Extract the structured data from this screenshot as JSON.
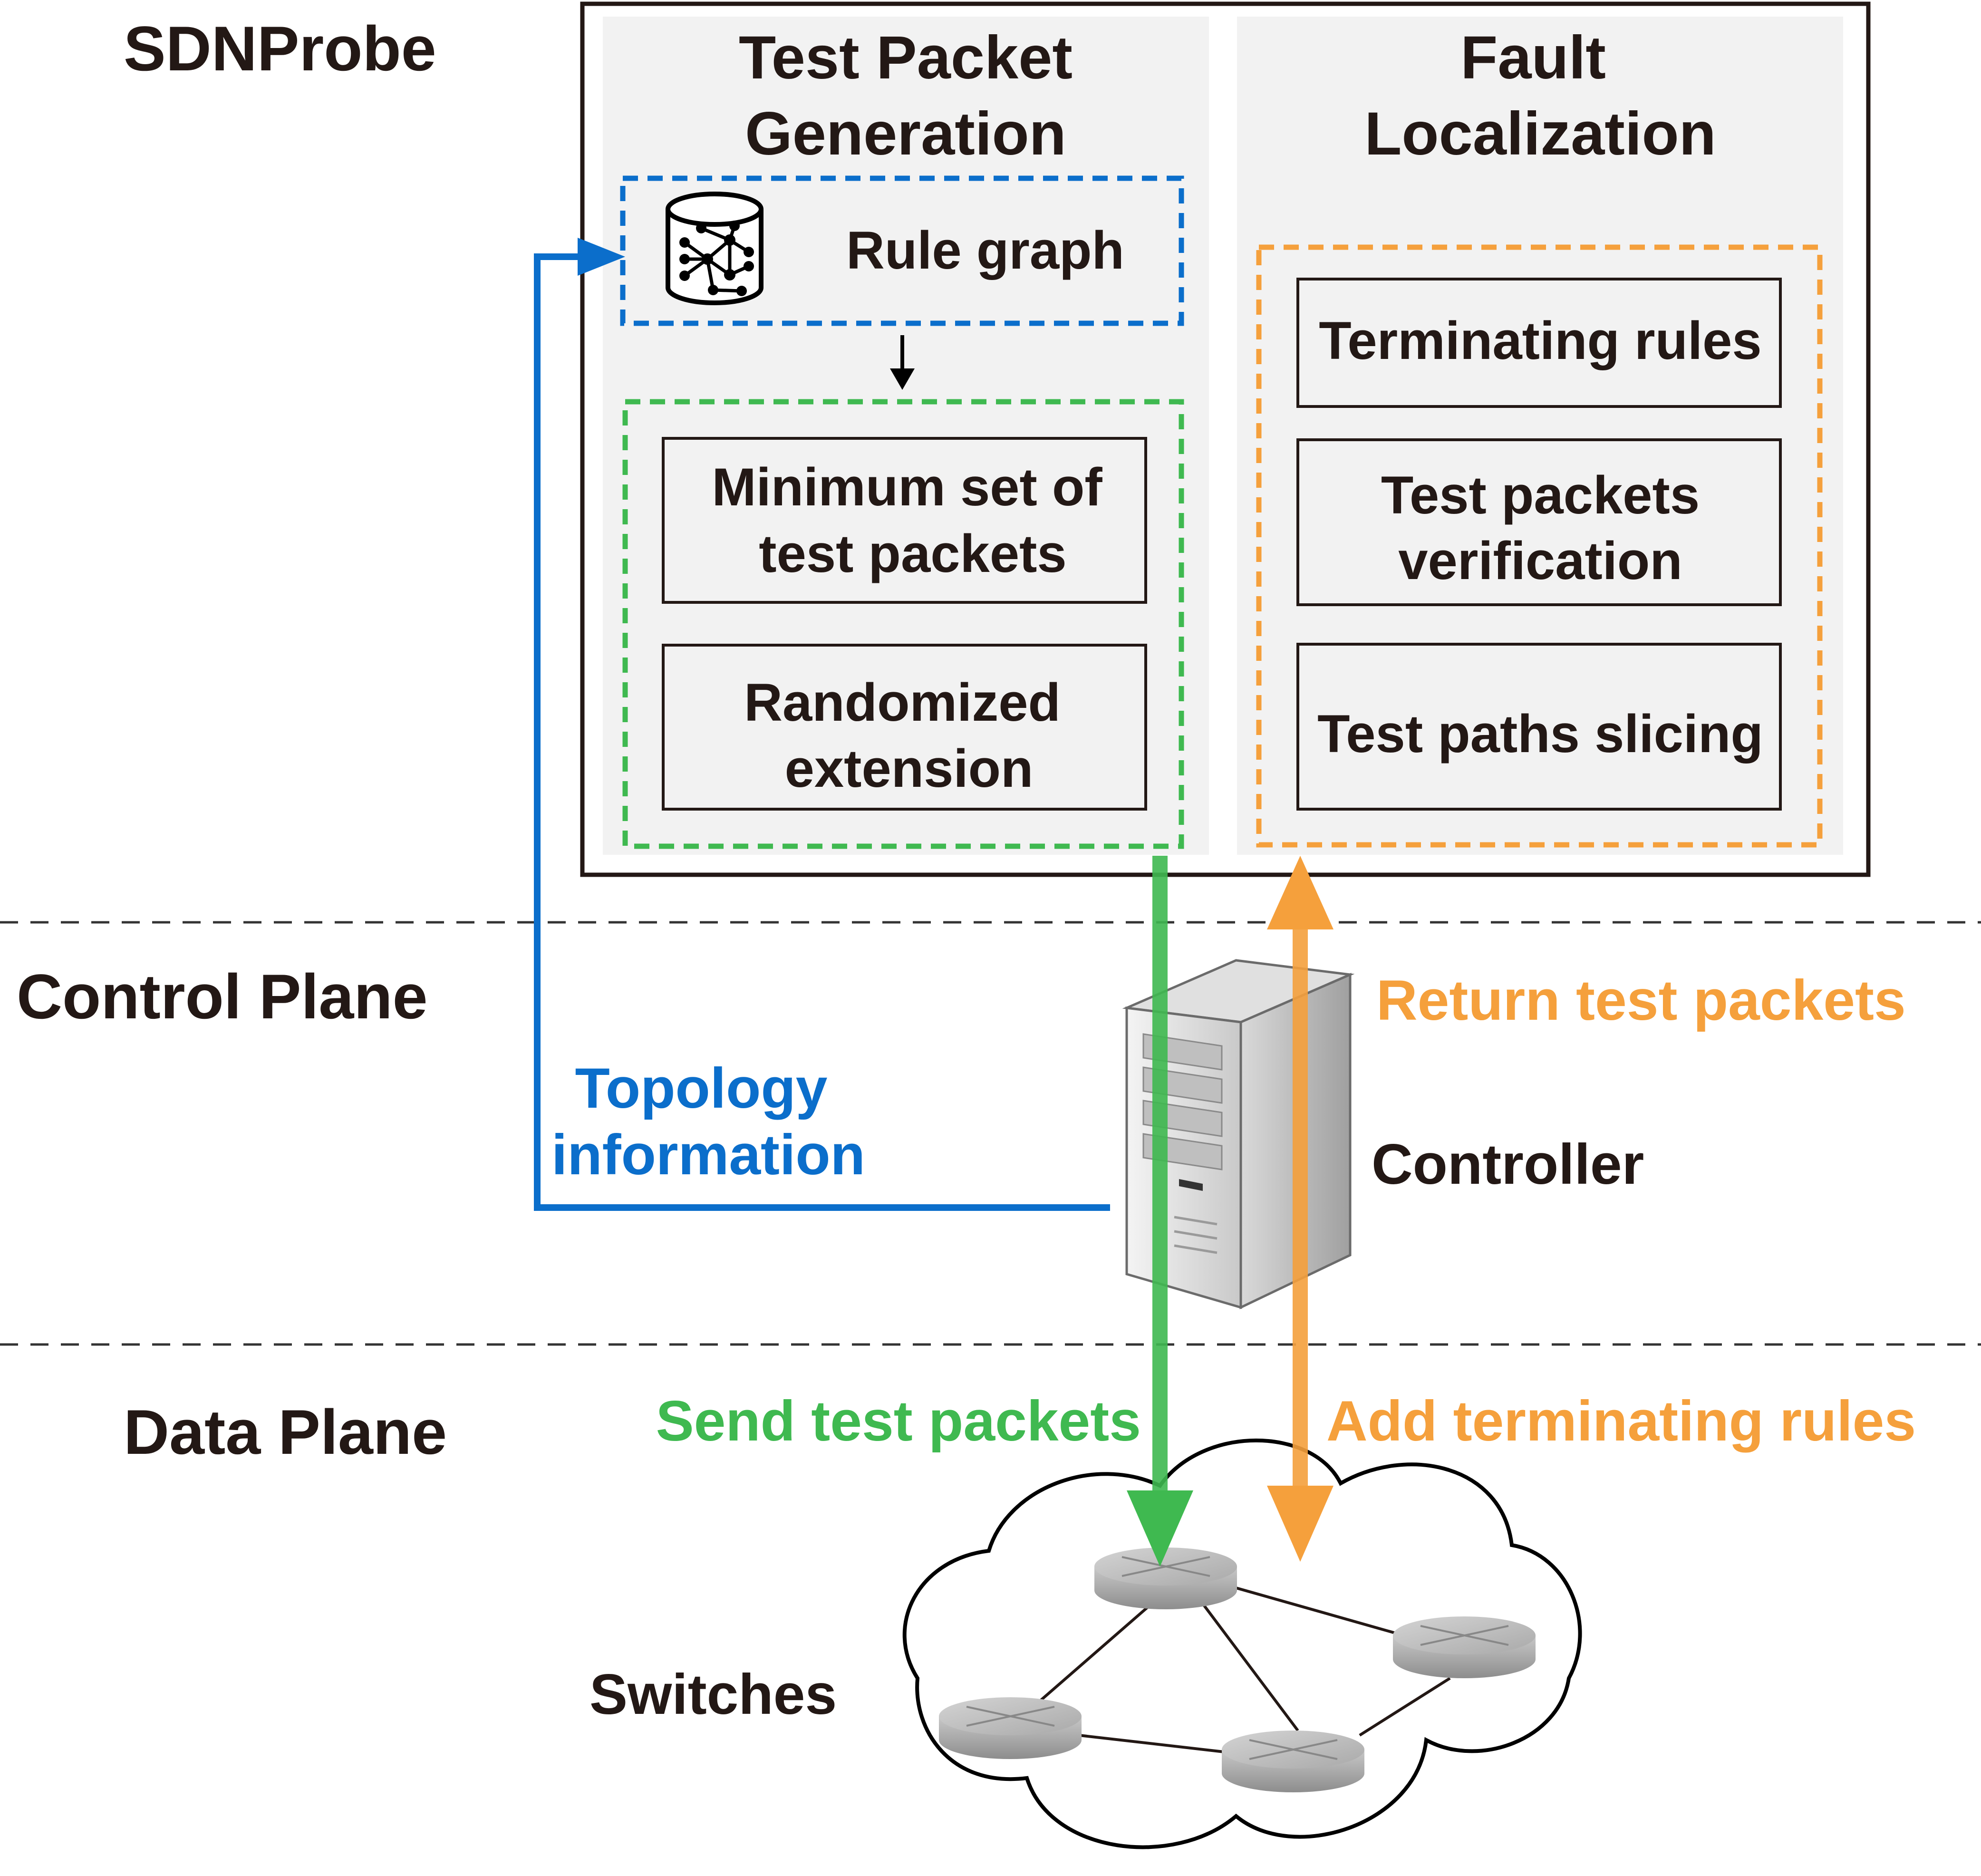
{
  "planes": {
    "sdnprobe": "SDNProbe",
    "control": "Control Plane",
    "data": "Data Plane"
  },
  "tpg": {
    "title_1": "Test Packet",
    "title_2": "Generation",
    "rule_graph": "Rule graph",
    "min_set_1": "Minimum set of",
    "min_set_2": "test packets",
    "rand_1": "Randomized",
    "rand_2": "extension"
  },
  "fl": {
    "title_1": "Fault",
    "title_2": "Localization",
    "terminating": "Terminating rules",
    "verif_1": "Test packets",
    "verif_2": "verification",
    "slicing": "Test paths slicing"
  },
  "flows": {
    "return": "Return test packets",
    "topology_1": "Topology",
    "topology_2": "information",
    "controller": "Controller",
    "send": "Send test packets",
    "add": "Add terminating rules",
    "switches": "Switches"
  },
  "colors": {
    "blue": "#0b6ecb",
    "green": "#3fb950",
    "orange": "#f5a03c",
    "text": "#231815",
    "panel": "#f2f2f2"
  }
}
